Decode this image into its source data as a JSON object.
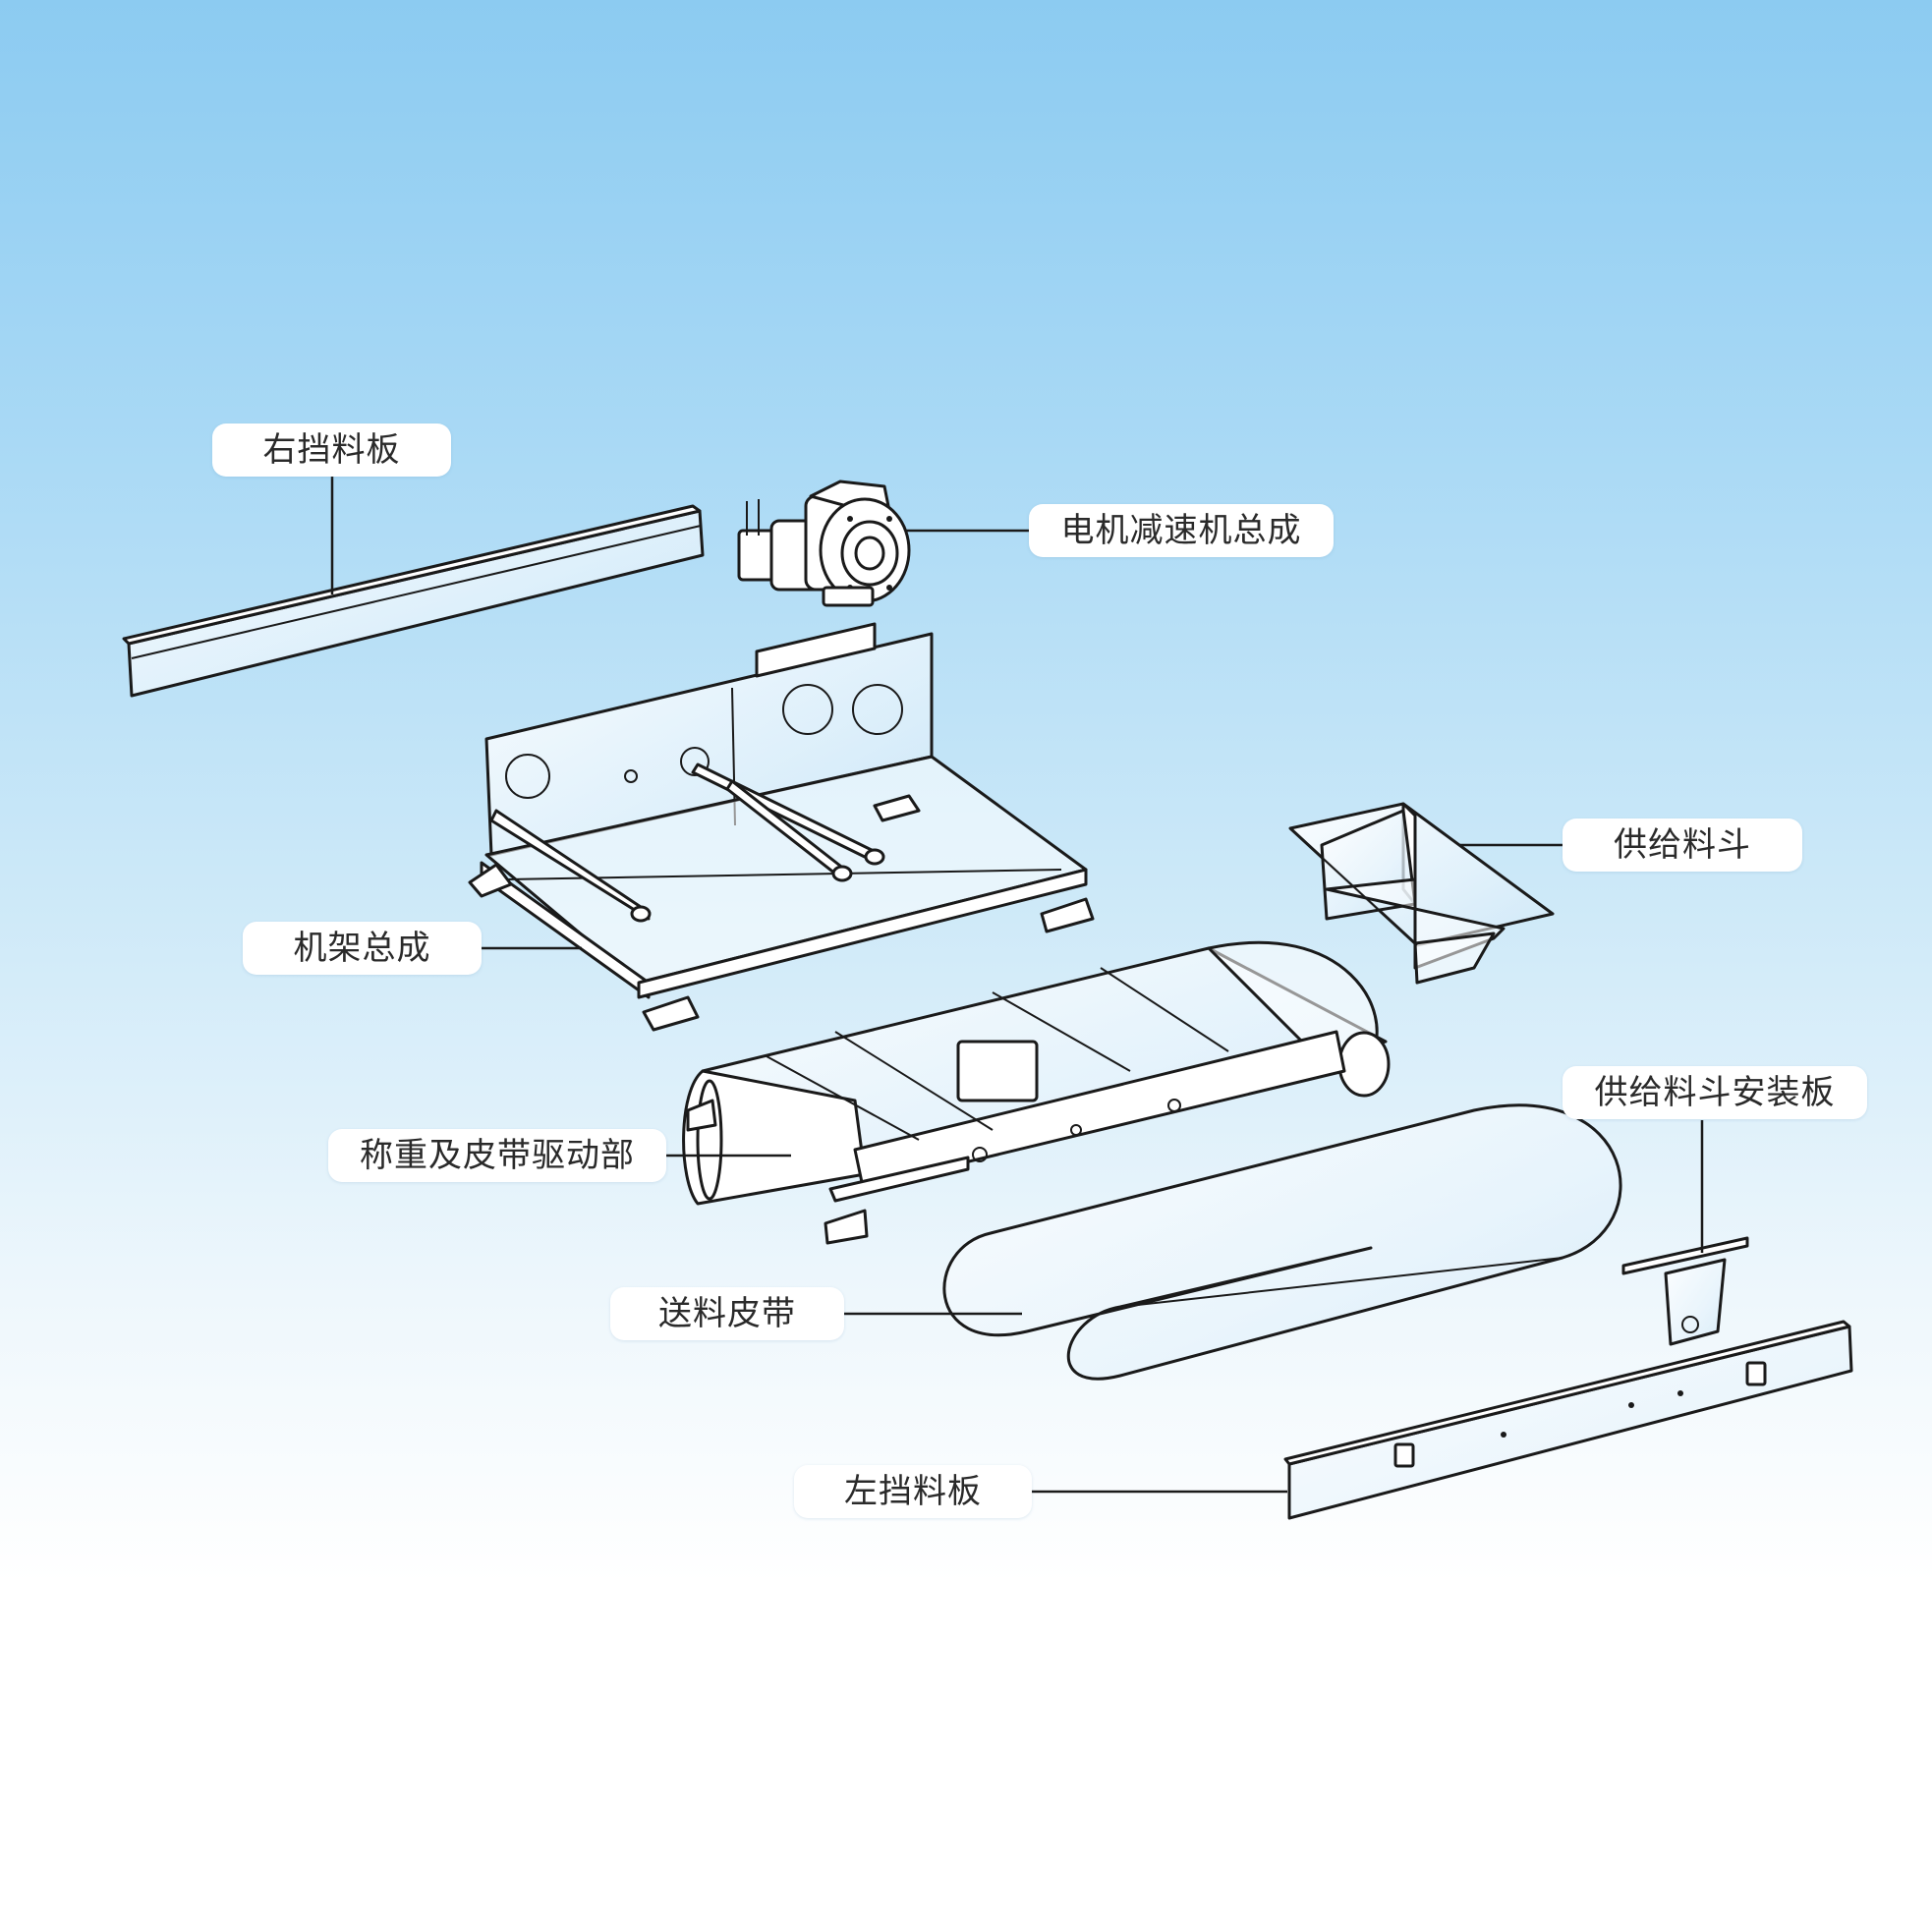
{
  "labels": {
    "right_baffle": "右挡料板",
    "motor_reducer": "电机减速机总成",
    "frame": "机架总成",
    "feed_hopper": "供给料斗",
    "weighing_drive": "称重及皮带驱动部",
    "hopper_mount": "供给料斗安装板",
    "feed_belt": "送料皮带",
    "left_baffle": "左挡料板"
  },
  "colors": {
    "background_top": "#8ccbf1",
    "background_bottom": "#ffffff",
    "label_fill": "#ffffff",
    "line": "#1a1a1a"
  }
}
